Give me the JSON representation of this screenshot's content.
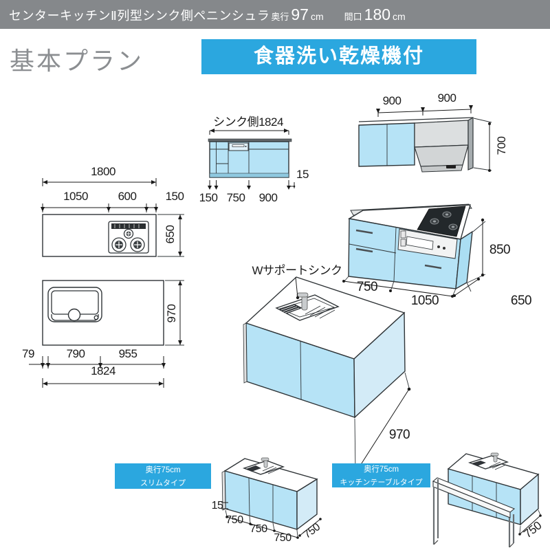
{
  "colors": {
    "header_bg": "#85888B",
    "accent_blue": "#2BA7DF",
    "cabinet_blue": "#B6E3F6",
    "cabinet_blue_light": "#D3EBF7",
    "hood_gray": "#DCDFE0",
    "line_dark": "#2F3437",
    "title_gray": "#8B8E91"
  },
  "header": {
    "title": "センターキッチンⅡ列型シンク側ペニンシュラ",
    "depth_label": "奥行",
    "depth_value": "97",
    "depth_unit": "cm",
    "frontage_label": "間口",
    "frontage_value": "180",
    "frontage_unit": "cm"
  },
  "plan_title": "基本プラン",
  "banner": "食器洗い乾燥機付",
  "sink_elevation": {
    "title": "シンク側1824",
    "dim_150": "150",
    "dim_750": "750",
    "dim_900": "900",
    "dim_overhang": "15"
  },
  "wall_cabinet": {
    "dim_left": "900",
    "dim_right": "900",
    "dim_height": "700"
  },
  "cooktop_plan": {
    "dim_total": "1800",
    "dim_1050": "1050",
    "dim_600": "600",
    "dim_150": "150",
    "dim_depth": "650"
  },
  "sink_plan": {
    "dim_depth": "970",
    "dim_79": "79",
    "dim_790": "790",
    "dim_955": "955",
    "dim_total": "1824"
  },
  "counter_perspective": {
    "dim_height": "850",
    "dim_750": "750",
    "dim_1050": "1050",
    "dim_depth": "650"
  },
  "island": {
    "sink_label": "Wサポートシンク",
    "dim_depth": "970"
  },
  "slim_type": {
    "badge_line1": "奥行75cm",
    "badge_line2": "スリムタイプ",
    "dim_toe": "15",
    "dim_a": "750",
    "dim_b": "750",
    "dim_c": "750",
    "dim_depth": "750"
  },
  "table_type": {
    "badge_line1": "奥行75cm",
    "badge_line2": "キッチンテーブルタイプ",
    "dim_depth": "750"
  }
}
